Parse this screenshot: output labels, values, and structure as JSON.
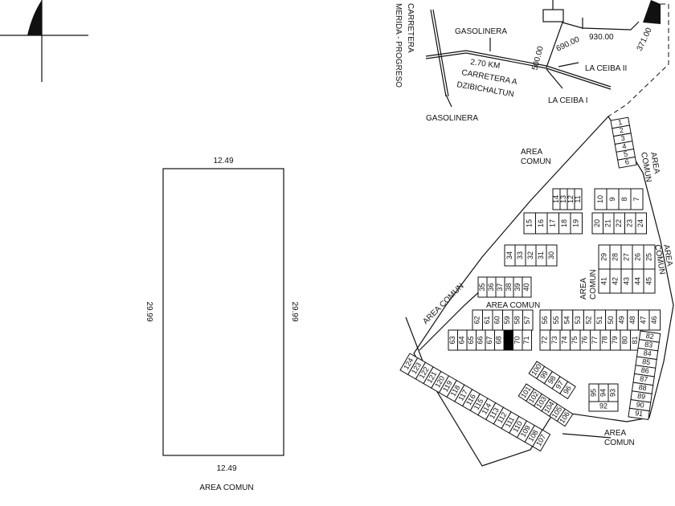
{
  "lot_plan": {
    "top_dimension": "12.49",
    "bottom_dimension": "12.49",
    "left_dimension": "29.99",
    "right_dimension": "29.99",
    "bottom_label": "AREA COMUN"
  },
  "location_map": {
    "highway_line1": "CARRETERA",
    "highway_line2": "MERIDA - PROGRESO",
    "gas_station_top": "GASOLINERA",
    "gas_station_bottom": "GASOLINERA",
    "distance": "2.70 KM",
    "road_line1": "CARRETERA A",
    "road_line2": "DZIBICHALTUN",
    "ceiba1": "LA CEIBA I",
    "ceiba2": "LA CEIBA II",
    "d500": "500.00",
    "d690": "690.00",
    "d930": "930.00",
    "d371": "371.00"
  },
  "common_areas": {
    "a1": [
      "AREA",
      "COMUN"
    ],
    "a2": [
      "AREA",
      "COMUN"
    ],
    "a3": "AREA COMUN",
    "a4": [
      "AREA",
      "COMUN"
    ],
    "a5": [
      "AREA",
      "COMUN"
    ],
    "a6": "AREA COMUN",
    "a7": [
      "AREA",
      "COMUN"
    ]
  },
  "selected_lot": "69",
  "lots": {
    "g1": [
      "1",
      "2",
      "3",
      "4",
      "5",
      "6"
    ],
    "g2": [
      "14",
      "13",
      "12",
      "11"
    ],
    "g3": [
      "10",
      "9",
      "8",
      "7"
    ],
    "g4": [
      "15",
      "16",
      "17",
      "18",
      "19"
    ],
    "g5": [
      "20",
      "21",
      "22",
      "23",
      "24"
    ],
    "g6": [
      "34",
      "33",
      "32",
      "31",
      "30"
    ],
    "g7": [
      "29",
      "28",
      "27",
      "26",
      "25"
    ],
    "g8": [
      "41",
      "42",
      "43",
      "44",
      "45"
    ],
    "g9": [
      "35",
      "36",
      "37",
      "38",
      "39",
      "40"
    ],
    "g10": [
      "62",
      "61",
      "60",
      "59",
      "58",
      "57"
    ],
    "g11": [
      "63",
      "64",
      "65",
      "66",
      "67",
      "68",
      "69",
      "70",
      "71"
    ],
    "g12": [
      "56",
      "55",
      "54",
      "53",
      "52",
      "51",
      "50",
      "49",
      "48",
      "47",
      "46"
    ],
    "g13": [
      "72",
      "73",
      "74",
      "75",
      "76",
      "77",
      "78",
      "79",
      "80",
      "81"
    ],
    "g14": [
      "82",
      "83",
      "84",
      "85",
      "86",
      "87",
      "88",
      "89",
      "90",
      "91"
    ],
    "g15": [
      "95",
      "94",
      "93"
    ],
    "g16": [
      "92"
    ],
    "g17": [
      "101",
      "102",
      "103",
      "104",
      "105",
      "106"
    ],
    "g18": [
      "100",
      "99",
      "98",
      "97",
      "96"
    ],
    "g19": [
      "124",
      "123",
      "122",
      "121",
      "120",
      "119",
      "118",
      "117",
      "116",
      "115",
      "114",
      "113",
      "112",
      "111",
      "110",
      "109",
      "108",
      "107"
    ]
  }
}
